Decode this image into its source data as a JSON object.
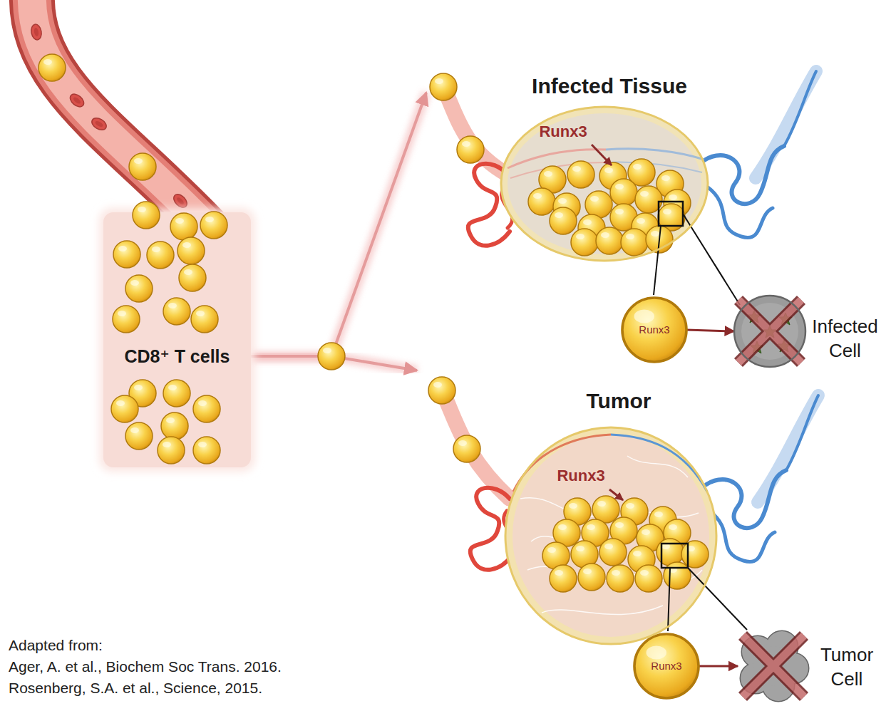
{
  "diagram": {
    "nodes": [
      {
        "text": [
          "CD8⁺ T cells"
        ]
      },
      {
        "text": [
          "Infected Tissue",
          "Runx3"
        ]
      },
      {
        "text": [
          "Runx3"
        ]
      },
      {
        "text": [
          "Infected Cell"
        ]
      },
      {
        "text": [
          "Tumor",
          "Runx3"
        ]
      },
      {
        "text": [
          "Runx3"
        ]
      },
      {
        "text": [
          "Tumor Cell"
        ]
      }
    ],
    "edges": [
      {
        "from": 0,
        "to": 1,
        "arrow": "to"
      },
      {
        "from": 0,
        "to": 4,
        "arrow": "to"
      },
      {
        "from": 2,
        "to": 3,
        "arrow": "to"
      },
      {
        "from": 5,
        "to": 6,
        "arrow": "to"
      }
    ],
    "labels": [
      "Adapted from:",
      "Ager, A. et al., Biochem Soc Trans. 2016.",
      "Rosenberg, S.A. et al., Science, 2015."
    ]
  }
}
